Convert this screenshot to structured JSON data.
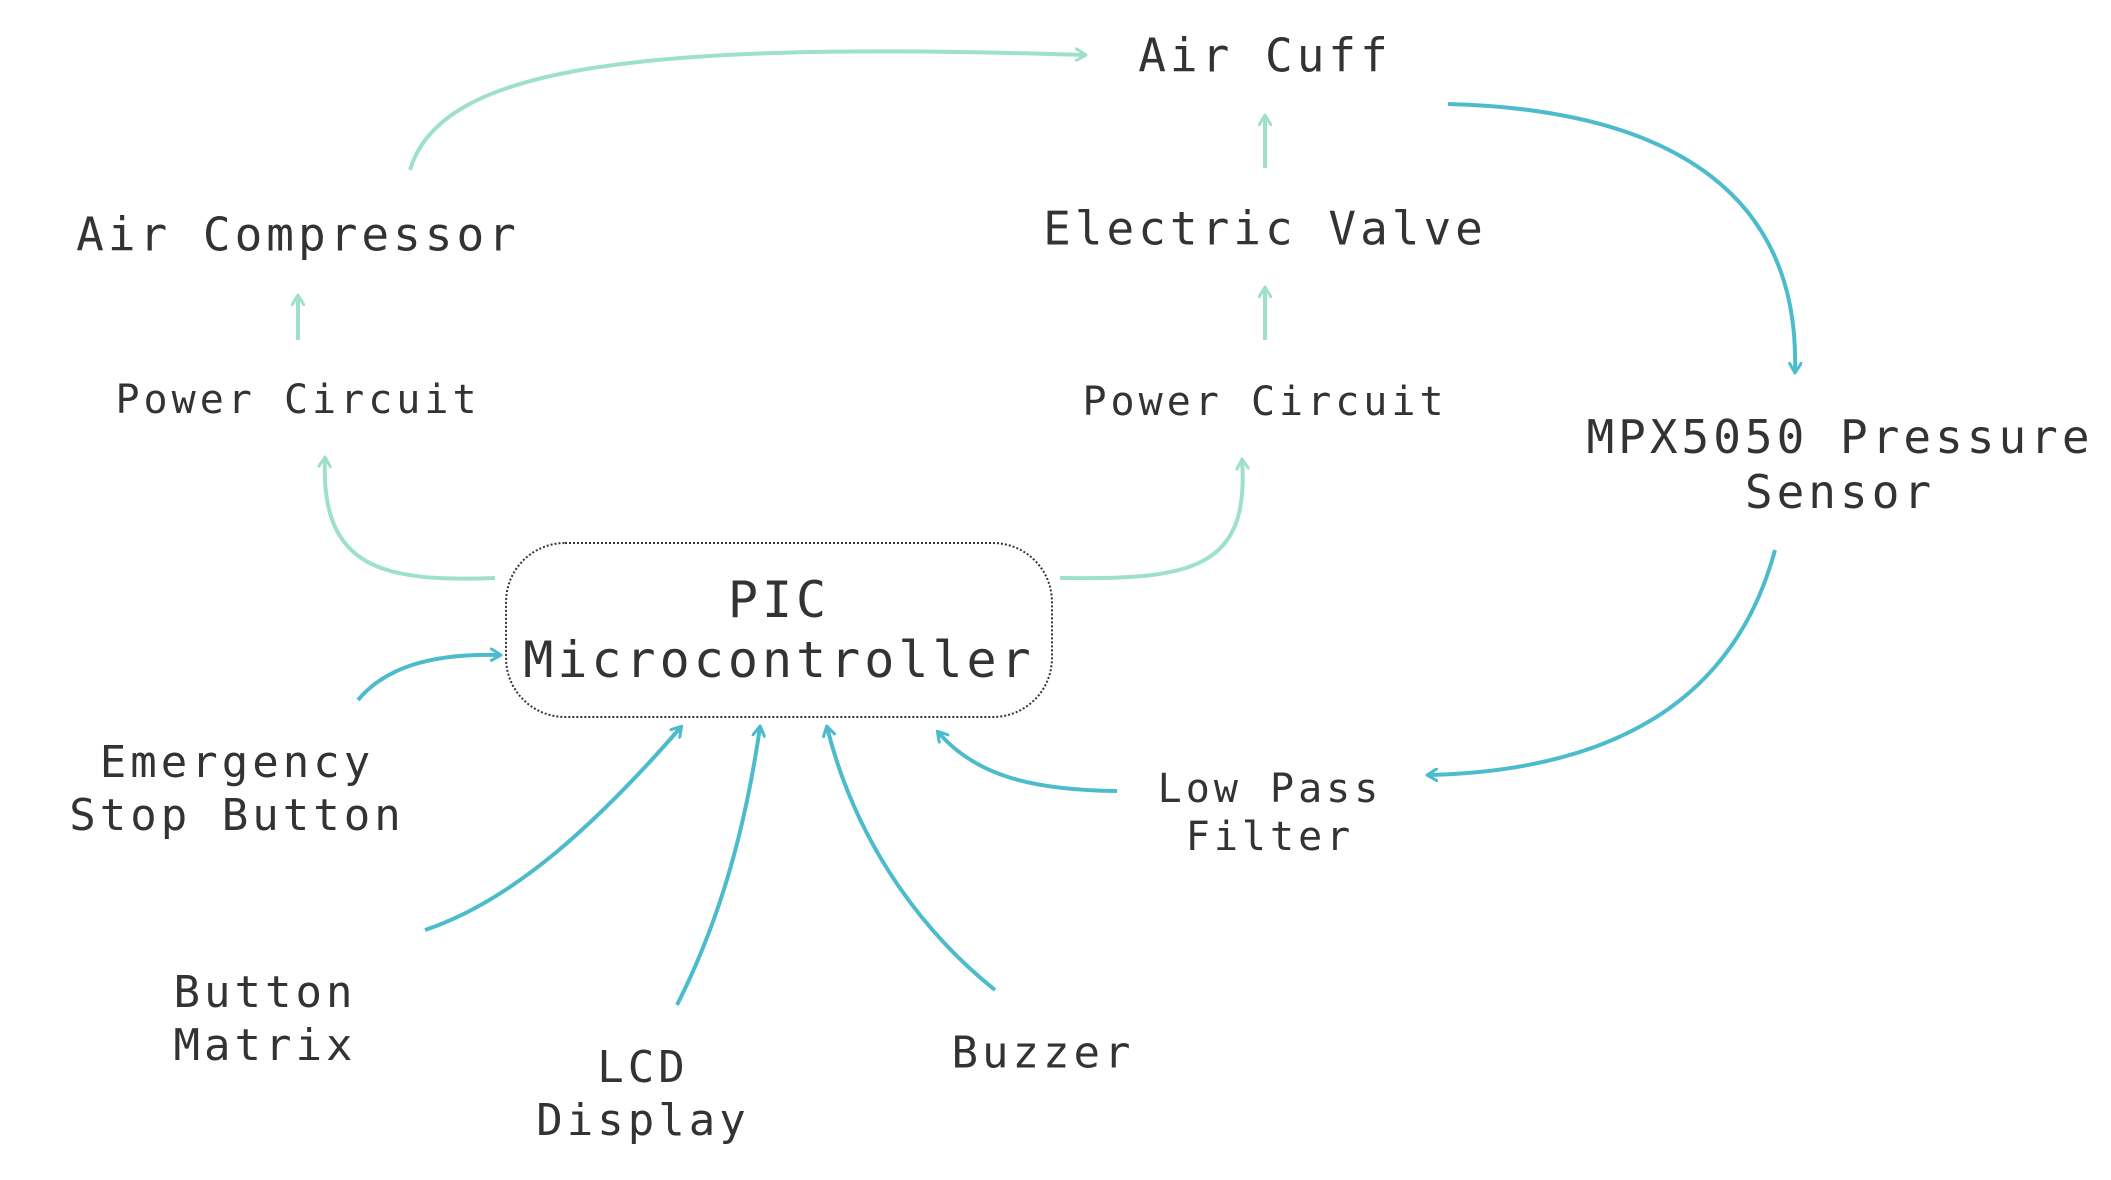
{
  "colors": {
    "control_link": "#9ee0cc",
    "signal_link": "#4cbccc",
    "text": "#333333"
  },
  "nodes": {
    "mcu": {
      "line1": "PIC",
      "line2": "Microcontroller"
    },
    "air_compressor": {
      "label": "Air Compressor"
    },
    "power_circuit_left": {
      "label": "Power Circuit"
    },
    "air_cuff": {
      "label": "Air Cuff"
    },
    "electric_valve": {
      "label": "Electric Valve"
    },
    "power_circuit_right": {
      "label": "Power Circuit"
    },
    "pressure_sensor": {
      "line1": "MPX5050 Pressure",
      "line2": "Sensor"
    },
    "low_pass_filter": {
      "line1": "Low Pass",
      "line2": "Filter"
    },
    "emergency_stop": {
      "line1": "Emergency",
      "line2": "Stop Button"
    },
    "button_matrix": {
      "line1": "Button",
      "line2": "Matrix"
    },
    "lcd_display": {
      "line1": "LCD",
      "line2": "Display"
    },
    "buzzer": {
      "label": "Buzzer"
    }
  }
}
